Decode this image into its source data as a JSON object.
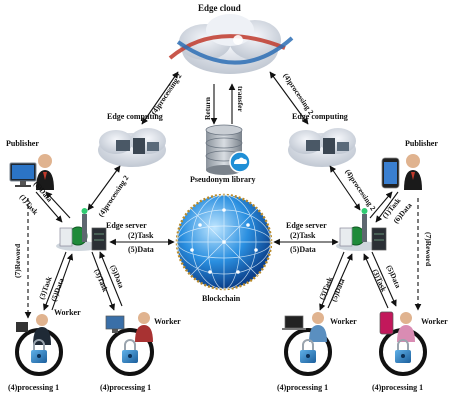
{
  "nodes": {
    "edge_cloud": "Edge cloud",
    "edge_computing_left": "Edge computing",
    "edge_computing_right": "Edge computing",
    "publisher_left": "Publisher",
    "publisher_right": "Publisher",
    "edge_server_left": "Edge server",
    "edge_server_right": "Edge server",
    "pseudonym_library": "Pseudonym library",
    "blockchain": "Blockchain",
    "worker_1": "Worker",
    "worker_2": "Worker",
    "worker_3": "Worker",
    "worker_4": "Worker"
  },
  "edges": {
    "processing2_top_left": "(4)processing 2",
    "processing2_top_right": "(4)processing 2",
    "processing2_left": "(4)processing 2",
    "processing2_right": "(4)processing 2",
    "return": "Return",
    "transfer": "transfer",
    "task_1": "(1)Task",
    "data_6": "(6)Data",
    "reword_7": "(7)Reword",
    "task_2": "(2)Task",
    "data_5": "(5)Data",
    "task_3": "(3)Task",
    "processing_1": "(4)processing 1"
  },
  "colors": {
    "arrow": "#111111",
    "cloud": "#c8ced8",
    "orbit_red": "#c0392b",
    "orbit_blue": "#2d6fb5",
    "blockchain": "#1a6fc4",
    "lock_ring": "#111111",
    "lock_body": "#2f7fbf",
    "server_db": "#6a7480"
  }
}
